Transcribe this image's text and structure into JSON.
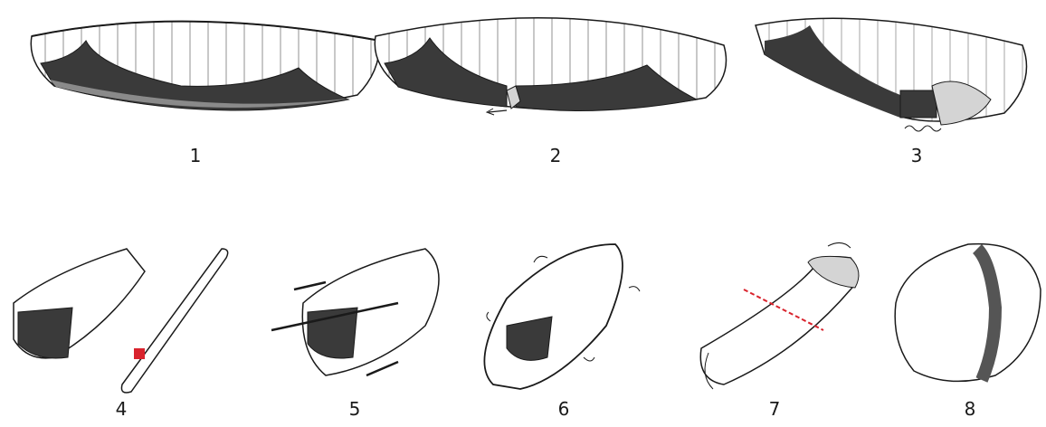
{
  "steps": [
    {
      "number": "1"
    },
    {
      "number": "2"
    },
    {
      "number": "3"
    },
    {
      "number": "4"
    },
    {
      "number": "5"
    },
    {
      "number": "6"
    },
    {
      "number": "7"
    },
    {
      "number": "8"
    }
  ],
  "colors": {
    "line": "#1a1a1a",
    "dark_fill": "#3a3a3a",
    "mid_fill": "#8a8a8a",
    "light_fill": "#d4d4d4",
    "accent_red": "#d9232d",
    "strap": "#555555"
  }
}
